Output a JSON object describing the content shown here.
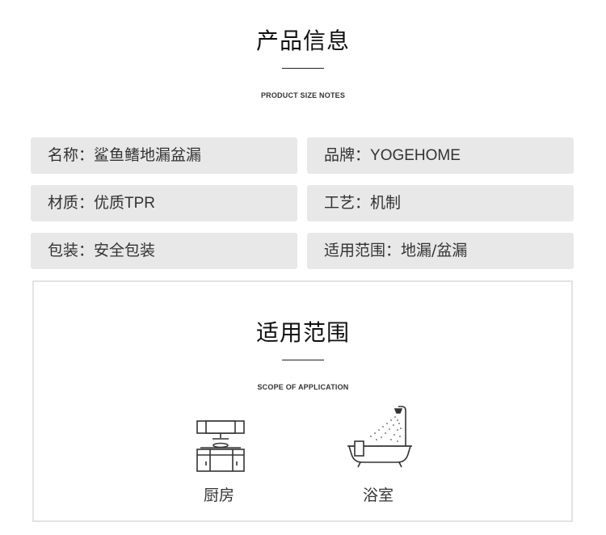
{
  "product_info": {
    "title": "产品信息",
    "subtitle": "PRODUCT SIZE NOTES",
    "rows": [
      [
        {
          "label": "名称：",
          "value": "鲨鱼鳍地漏盆漏"
        },
        {
          "label": "品牌：",
          "value": "YOGEHOME"
        }
      ],
      [
        {
          "label": "材质：",
          "value": "优质TPR"
        },
        {
          "label": "工艺：",
          "value": "机制"
        }
      ],
      [
        {
          "label": "包装：",
          "value": "安全包装"
        },
        {
          "label": "适用范围：",
          "value": "地漏/盆漏"
        }
      ]
    ]
  },
  "scope": {
    "title": "适用范围",
    "subtitle": "SCOPE OF APPLICATION",
    "items": [
      {
        "label": "厨房",
        "icon": "kitchen-cabinet-icon"
      },
      {
        "label": "浴室",
        "icon": "bathtub-shower-icon"
      }
    ]
  },
  "colors": {
    "cell_background": "#e8e8e8",
    "box_border": "#e3e3e3",
    "text": "#333333"
  }
}
